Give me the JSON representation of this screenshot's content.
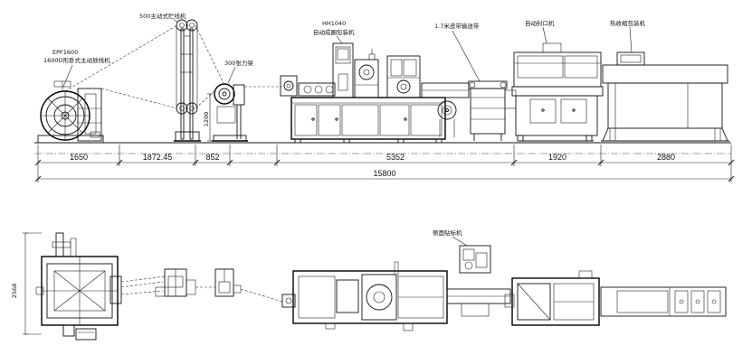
{
  "labels": {
    "payoff_model": "EPF1600",
    "payoff_desc": "1600O形卧式主动放线机",
    "accumulator": "500主动式贮线机",
    "dancer": "300张力架",
    "winder_model": "HH1040",
    "winder_desc": "自动成圈包装机",
    "conveyor": "1.7米皮带输送带",
    "shrink_wrapper": "自动封口机",
    "shrink_tunnel": "热收缩包装机",
    "labeler": "侧面贴标机"
  },
  "dimensions": {
    "seg1": "1650",
    "seg2": "1872.45",
    "seg3": "852",
    "seg4": "5352",
    "seg5": "1920",
    "seg6": "2880",
    "total": "15800",
    "height_dancer": "1200",
    "width_plan": "2568"
  }
}
